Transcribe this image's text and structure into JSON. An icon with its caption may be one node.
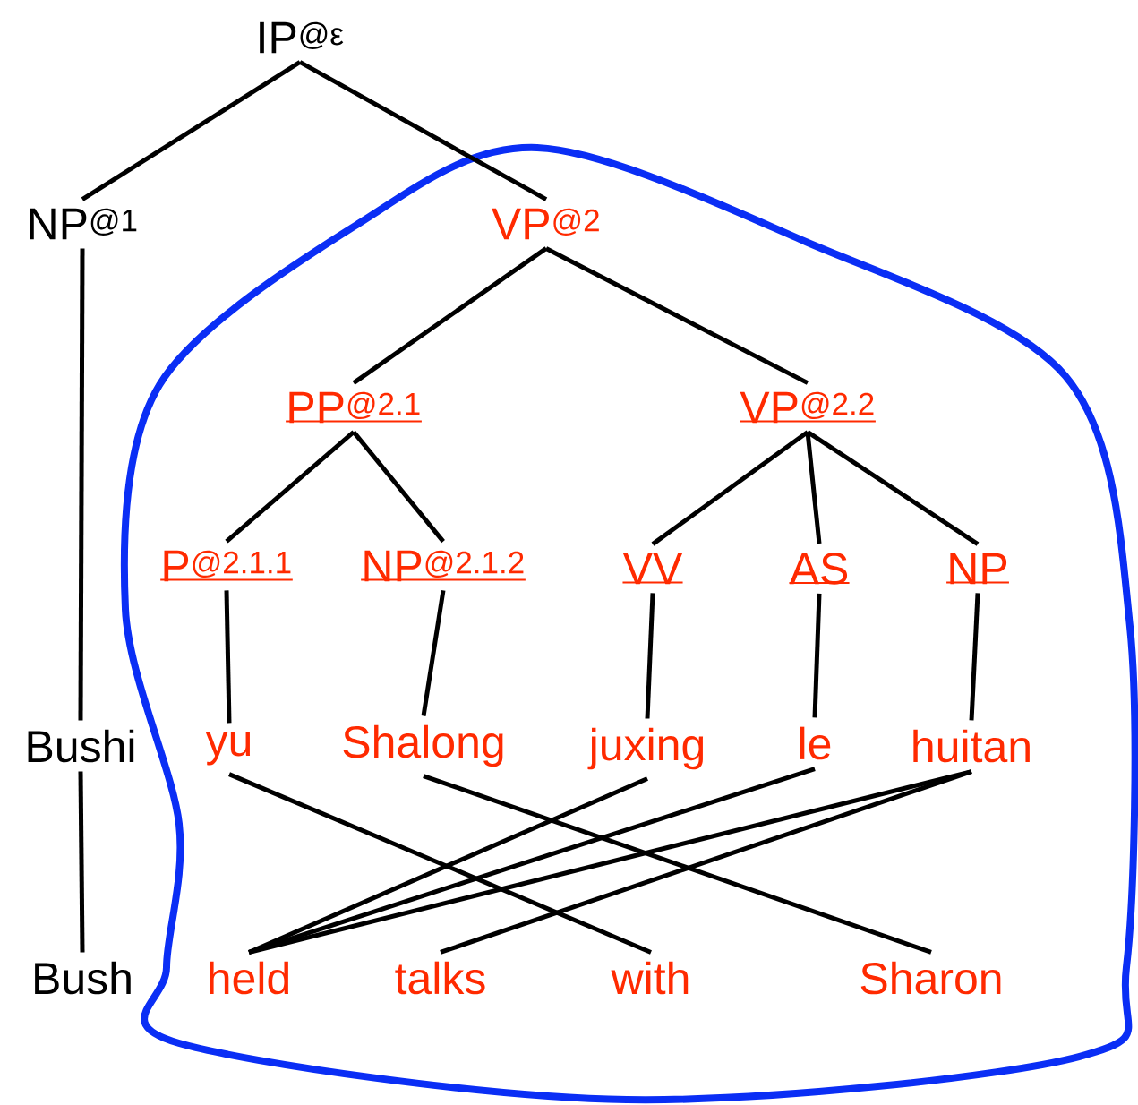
{
  "diagram": {
    "nodes": [
      {
        "text": [
          "IP$^{@ε}$"
        ]
      },
      {
        "text": [
          "NP$^{@1}$"
        ]
      },
      {
        "text": [
          "VP$^{@2}$"
        ]
      },
      {
        "text": [
          "PP$^{@2.1}$"
        ]
      },
      {
        "text": [
          "VP$^{@2.2}$"
        ]
      },
      {
        "text": [
          "P$^{@2.1.1}$"
        ]
      },
      {
        "text": [
          "NP$^{@2.1.2}$"
        ]
      },
      {
        "text": [
          "VV"
        ]
      },
      {
        "text": [
          "AS"
        ]
      },
      {
        "text": [
          "NP"
        ]
      },
      {
        "text": [
          "Bushi"
        ]
      },
      {
        "text": [
          "yu"
        ]
      },
      {
        "text": [
          "Shalong"
        ]
      },
      {
        "text": [
          "juxing"
        ]
      },
      {
        "text": [
          "le"
        ]
      },
      {
        "text": [
          "huitan"
        ]
      },
      {
        "text": [
          "Bush"
        ]
      },
      {
        "text": [
          "held"
        ]
      },
      {
        "text": [
          "talks"
        ]
      },
      {
        "text": [
          "with"
        ]
      },
      {
        "text": [
          "Sharon"
        ]
      }
    ],
    "edges": [
      {
        "from": 0,
        "to": 1,
        "arrow": "none"
      },
      {
        "from": 0,
        "to": 2,
        "arrow": "none"
      },
      {
        "from": 1,
        "to": 10,
        "arrow": "none"
      },
      {
        "from": 2,
        "to": 3,
        "arrow": "none"
      },
      {
        "from": 2,
        "to": 4,
        "arrow": "none"
      },
      {
        "from": 3,
        "to": 5,
        "arrow": "none"
      },
      {
        "from": 3,
        "to": 6,
        "arrow": "none"
      },
      {
        "from": 4,
        "to": 7,
        "arrow": "none"
      },
      {
        "from": 4,
        "to": 8,
        "arrow": "none"
      },
      {
        "from": 4,
        "to": 9,
        "arrow": "none"
      },
      {
        "from": 5,
        "to": 11,
        "arrow": "none"
      },
      {
        "from": 6,
        "to": 12,
        "arrow": "none"
      },
      {
        "from": 7,
        "to": 13,
        "arrow": "none"
      },
      {
        "from": 8,
        "to": 14,
        "arrow": "none"
      },
      {
        "from": 9,
        "to": 15,
        "arrow": "none"
      },
      {
        "from": 10,
        "to": 16,
        "arrow": "none"
      },
      {
        "from": 11,
        "to": 19,
        "arrow": "none"
      },
      {
        "from": 12,
        "to": 20,
        "arrow": "none"
      },
      {
        "from": 13,
        "to": 17,
        "arrow": "none"
      },
      {
        "from": 14,
        "to": 17,
        "arrow": "none"
      },
      {
        "from": 15,
        "to": 17,
        "arrow": "none"
      },
      {
        "from": 15,
        "to": 18,
        "arrow": "none"
      }
    ]
  }
}
